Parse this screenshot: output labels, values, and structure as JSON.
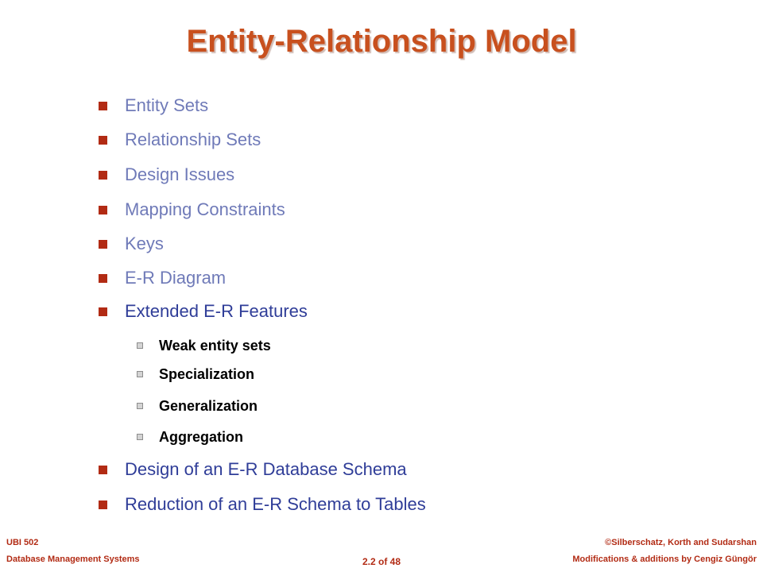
{
  "slide": {
    "title": "Entity-Relationship Model"
  },
  "bullets": [
    {
      "text": "Entity Sets"
    },
    {
      "text": "Relationship Sets"
    },
    {
      "text": "Design Issues"
    },
    {
      "text": "Mapping Constraints"
    },
    {
      "text": "Keys"
    },
    {
      "text": "E-R Diagram"
    },
    {
      "text": "Extended E-R Features"
    },
    {
      "text": "Design of an E-R Database Schema"
    },
    {
      "text": "Reduction of an E-R Schema to Tables"
    }
  ],
  "sub_bullets": [
    {
      "text": "Weak entity sets"
    },
    {
      "text": "Specialization"
    },
    {
      "text": "Generalization"
    },
    {
      "text": "Aggregation"
    }
  ],
  "footer": {
    "course_code": "UBI 502",
    "course_name": "Database Management Systems",
    "copyright": "©Silberschatz, Korth and Sudarshan",
    "modifications": "Modifications & additions by Cengiz Güngör",
    "page": "2.2 of 48"
  },
  "colors": {
    "title": "#c8501e",
    "bullet_marker": "#b22b14",
    "bullet_text": "#6f7ab8",
    "footer_text": "#b22b14"
  }
}
